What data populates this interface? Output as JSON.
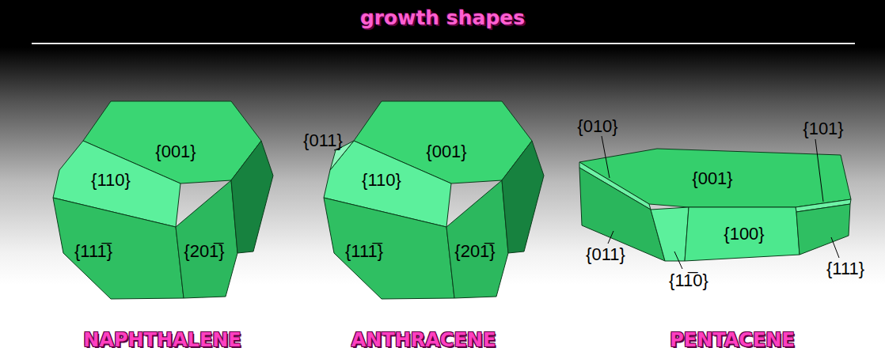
{
  "diagram": {
    "title": "growth shapes",
    "labels": [
      "{001}",
      "{110}",
      "{111̅}",
      "{201̅}",
      "{011}",
      "{001}",
      "{110}",
      "{111̅}",
      "{201̅}",
      "{010}",
      "{001}",
      "{101}",
      "{100}",
      "{011}",
      "{11̅0}",
      "{111}",
      "NAPHTHALENE",
      "ANTHRACENE",
      "PENTACENE"
    ]
  }
}
